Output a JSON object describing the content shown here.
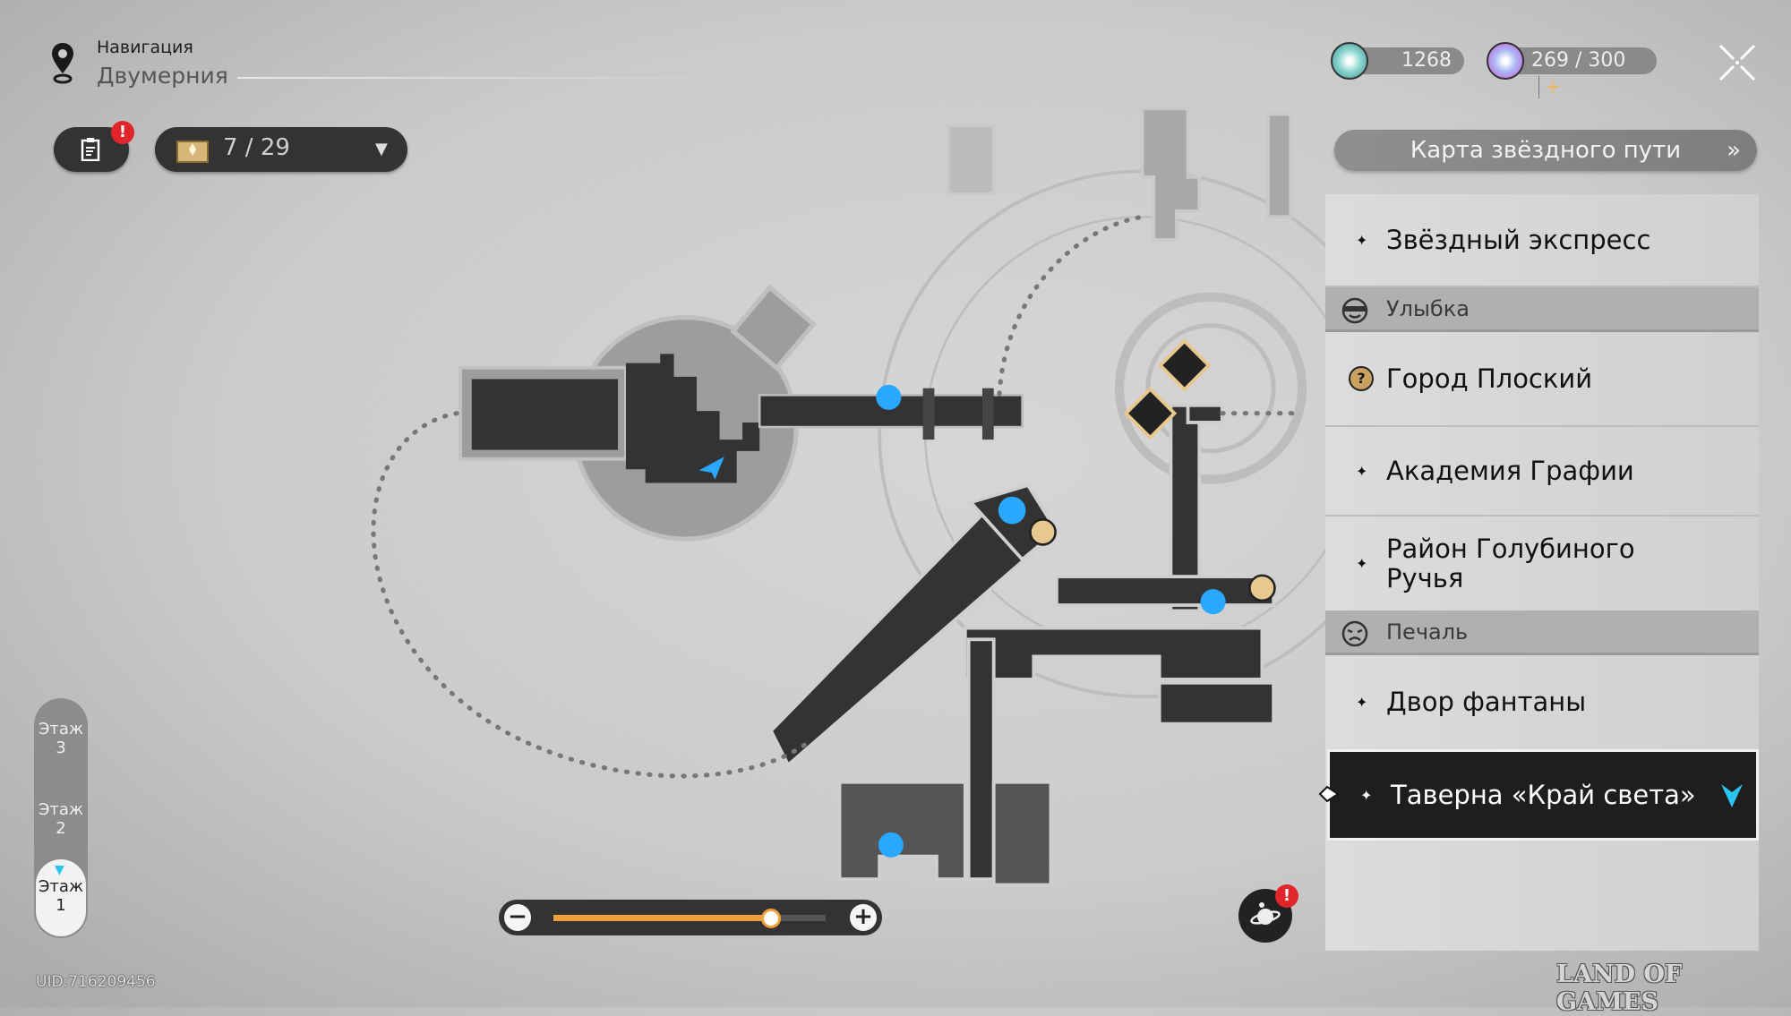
{
  "header": {
    "title": "Навигация",
    "location": "Двумерния"
  },
  "toolbar": {
    "quest_badge": "!",
    "chest_count": "7 / 29"
  },
  "currency": {
    "stellar_jade": "1268",
    "reserved_power": "269 / 300",
    "add_label": "+"
  },
  "star_map_button": "Карта звёздного пути",
  "location_list": [
    {
      "type": "item",
      "label": "Звёздный экспресс"
    },
    {
      "type": "category",
      "label": "Улыбка"
    },
    {
      "type": "item",
      "label": "Город Плоский"
    },
    {
      "type": "item",
      "label": "Академия Графии"
    },
    {
      "type": "item",
      "label": "Район Голубиного Ручья"
    },
    {
      "type": "category",
      "label": "Печаль"
    },
    {
      "type": "item",
      "label": "Двор фантаны"
    },
    {
      "type": "item",
      "label": "Таверна «Край света»",
      "selected": true
    }
  ],
  "floors": [
    {
      "label": "Этаж",
      "num": "3"
    },
    {
      "label": "Этаж",
      "num": "2"
    },
    {
      "label": "Этаж",
      "num": "1",
      "selected": true
    }
  ],
  "zoom": {
    "minus": "−",
    "plus": "+",
    "level": 0.8
  },
  "planet_badge": "!",
  "uid": "UID:716209456",
  "watermark": "LAND OF GAMES",
  "colors": {
    "accent": "#f0a03a",
    "teleport": "#2aa8ff",
    "badge": "#e0262b",
    "selected_bg": "#1e1e1e"
  }
}
